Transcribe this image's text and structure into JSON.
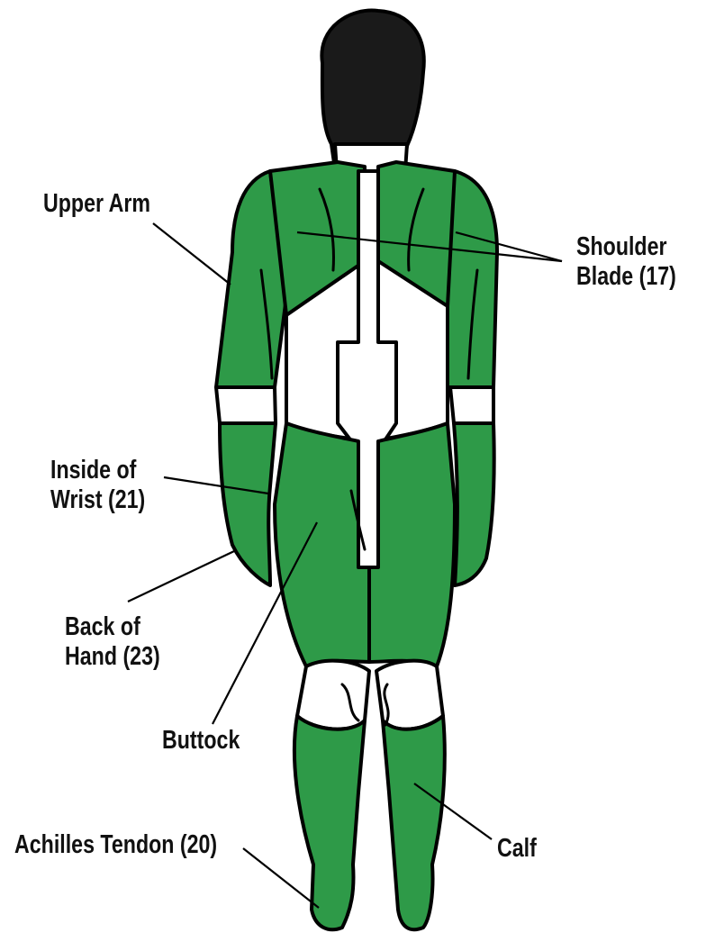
{
  "labels": {
    "upper_arm": "Upper Arm",
    "shoulder_blade": [
      "Shoulder",
      "Blade (17)"
    ],
    "inside_of_wrist": [
      "Inside of",
      "Wrist (21)"
    ],
    "back_of_hand": [
      "Back of",
      "Hand (23)"
    ],
    "buttock": "Buttock",
    "achilles_tendon": "Achilles Tendon (20)",
    "calf": "Calf"
  },
  "colors": {
    "suit": "#2e9a48",
    "outline": "#000000",
    "skin": "#ffffff",
    "hair": "#1a1a1a"
  }
}
